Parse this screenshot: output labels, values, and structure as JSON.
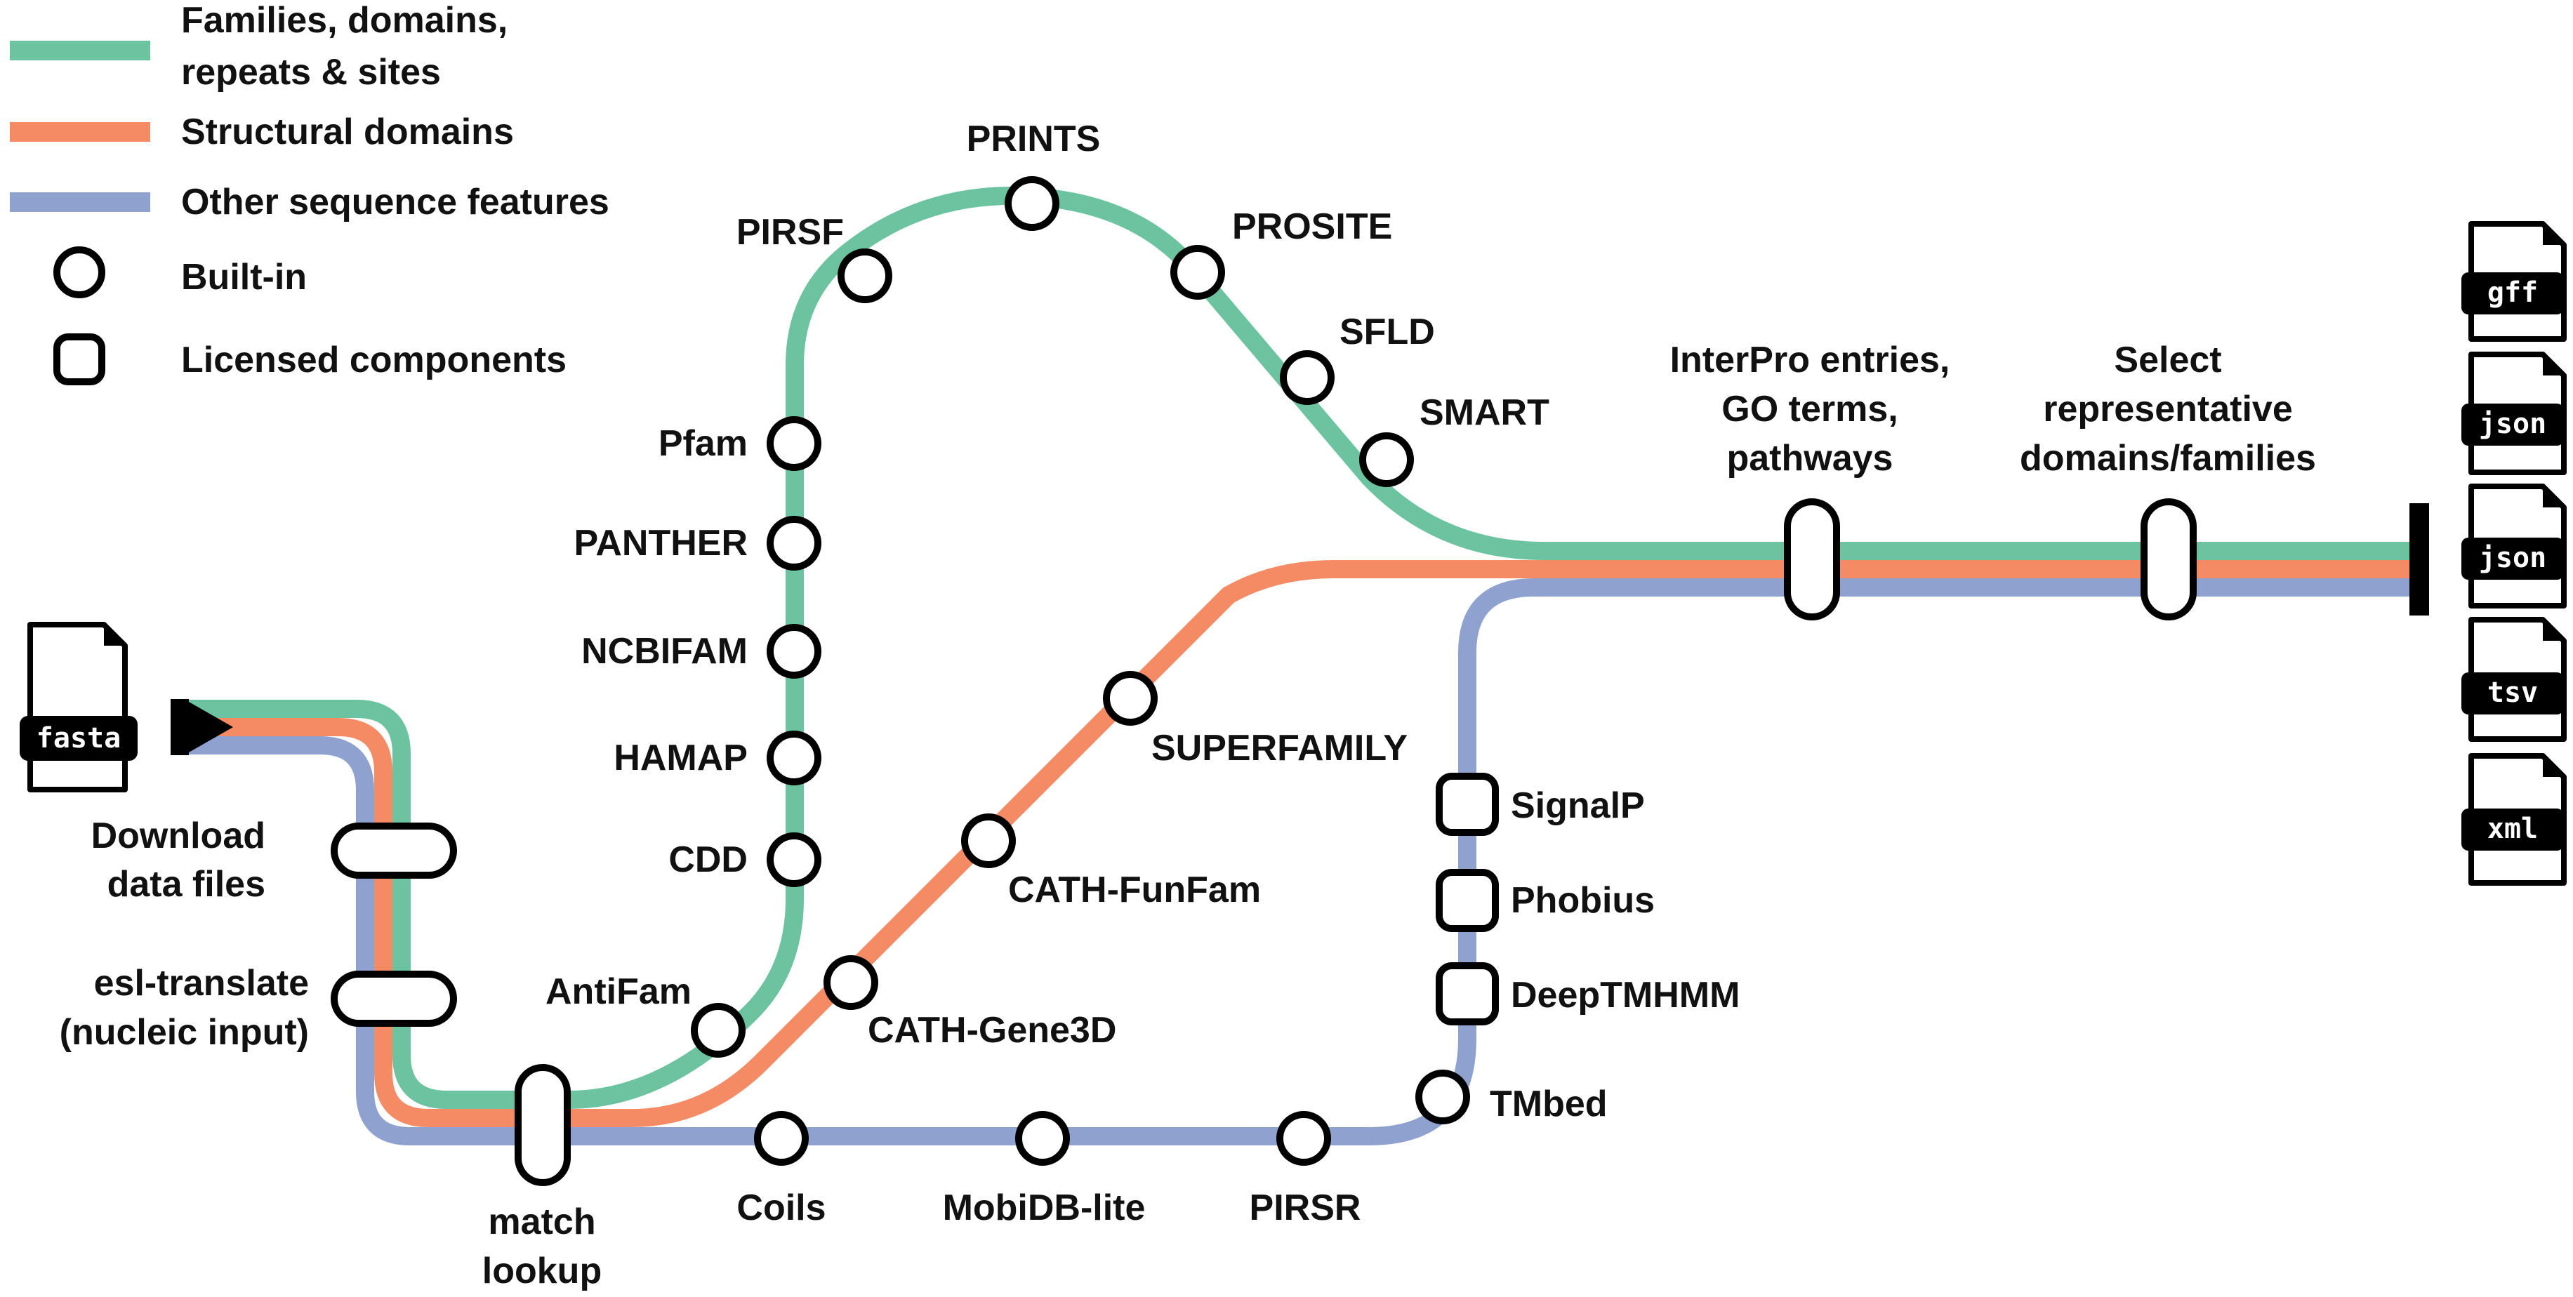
{
  "colors": {
    "families": "#6cc3a0",
    "structural": "#f58b64",
    "other": "#8fa1cf",
    "ink": "#000000"
  },
  "legend": {
    "families_line1": "Families, domains,",
    "families_line2": "repeats & sites",
    "structural": "Structural domains",
    "other": "Other sequence features",
    "builtin": "Built-in",
    "licensed": "Licensed components"
  },
  "input_file": "fasta",
  "output_files": [
    "gff",
    "json",
    "json",
    "tsv",
    "xml"
  ],
  "steps": {
    "download_line1": "Download",
    "download_line2": "data files",
    "esl_line1": "esl-translate",
    "esl_line2": "(nucleic input)",
    "match_line1": "match",
    "match_line2": "lookup",
    "interpro_line1": "InterPro entries,",
    "interpro_line2": "GO terms,",
    "interpro_line3": "pathways",
    "select_line1": "Select",
    "select_line2": "representative",
    "select_line3": "domains/families"
  },
  "stations": {
    "antifam": "AntiFam",
    "cdd": "CDD",
    "hamap": "HAMAP",
    "ncbifam": "NCBIFAM",
    "panther": "PANTHER",
    "pfam": "Pfam",
    "pirsf": "PIRSF",
    "prints": "PRINTS",
    "prosite": "PROSITE",
    "sfld": "SFLD",
    "smart": "SMART",
    "cath_gene3d": "CATH-Gene3D",
    "cath_funfam": "CATH-FunFam",
    "superfamily": "SUPERFAMILY",
    "coils": "Coils",
    "mobidb": "MobiDB-lite",
    "pirsr": "PIRSR",
    "tmbed": "TMbed",
    "deeptmhmm": "DeepTMHMM",
    "phobius": "Phobius",
    "signalp": "SignalP"
  }
}
